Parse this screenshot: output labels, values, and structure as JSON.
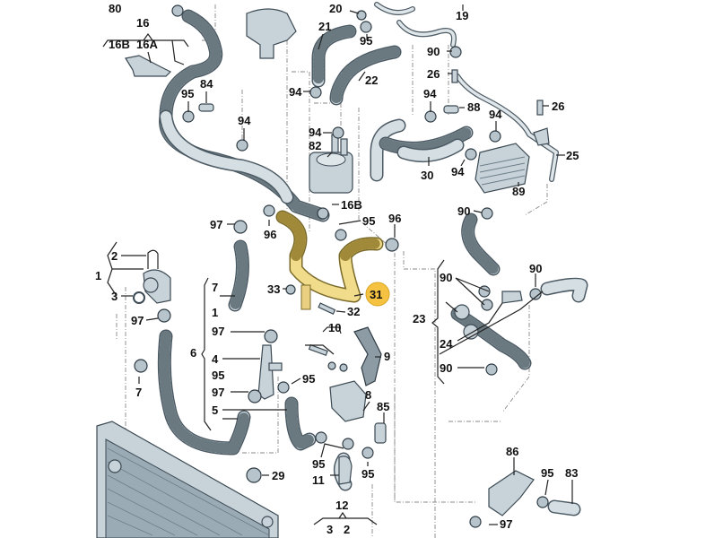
{
  "diagram": {
    "title": "Cooling system exploded parts diagram",
    "highlight_color": "#f5c242",
    "highlighted_part": "31",
    "labels": {
      "p80": "80",
      "p16": "16",
      "p16b_top": "16B",
      "p16a": "16A",
      "p20": "20",
      "p19": "19",
      "p21": "21",
      "p95_a": "95",
      "p90_a": "90",
      "p26_a": "26",
      "p22": "22",
      "p94_a": "94",
      "p95_b": "95",
      "p84": "84",
      "p94_b": "94",
      "p94_c": "94",
      "p88": "88",
      "p26_b": "26",
      "p94_d": "94",
      "p82": "82",
      "p94_e": "94",
      "p30": "30",
      "p94_f": "94",
      "p25": "25",
      "p89": "89",
      "p16b_mid": "16B",
      "p97_a": "97",
      "p95_c": "95",
      "p96_a": "96",
      "p96_b": "96",
      "p90_b": "90",
      "p2_a": "2",
      "p1_group": "1",
      "p3_a": "3",
      "p97_b": "97",
      "p7_group": "7",
      "p1_b": "1",
      "p97_c": "97",
      "p6": "6",
      "p4": "4",
      "p95_d": "95",
      "p97_d": "97",
      "p5": "5",
      "p33": "33",
      "p31": "31",
      "p32": "32",
      "p10": "10",
      "p9": "9",
      "p95_e": "95",
      "p8": "8",
      "p85": "85",
      "p7_b": "7",
      "p29": "29",
      "p95_f": "95",
      "p95_g": "95",
      "p11": "11",
      "p90_c": "90",
      "p90_d": "90",
      "p23": "23",
      "p24": "24",
      "p90_e": "90",
      "p86": "86",
      "p95_h": "95",
      "p83": "83",
      "p97_e": "97",
      "p12": "12",
      "p3_b": "3",
      "p2_b": "2"
    }
  }
}
